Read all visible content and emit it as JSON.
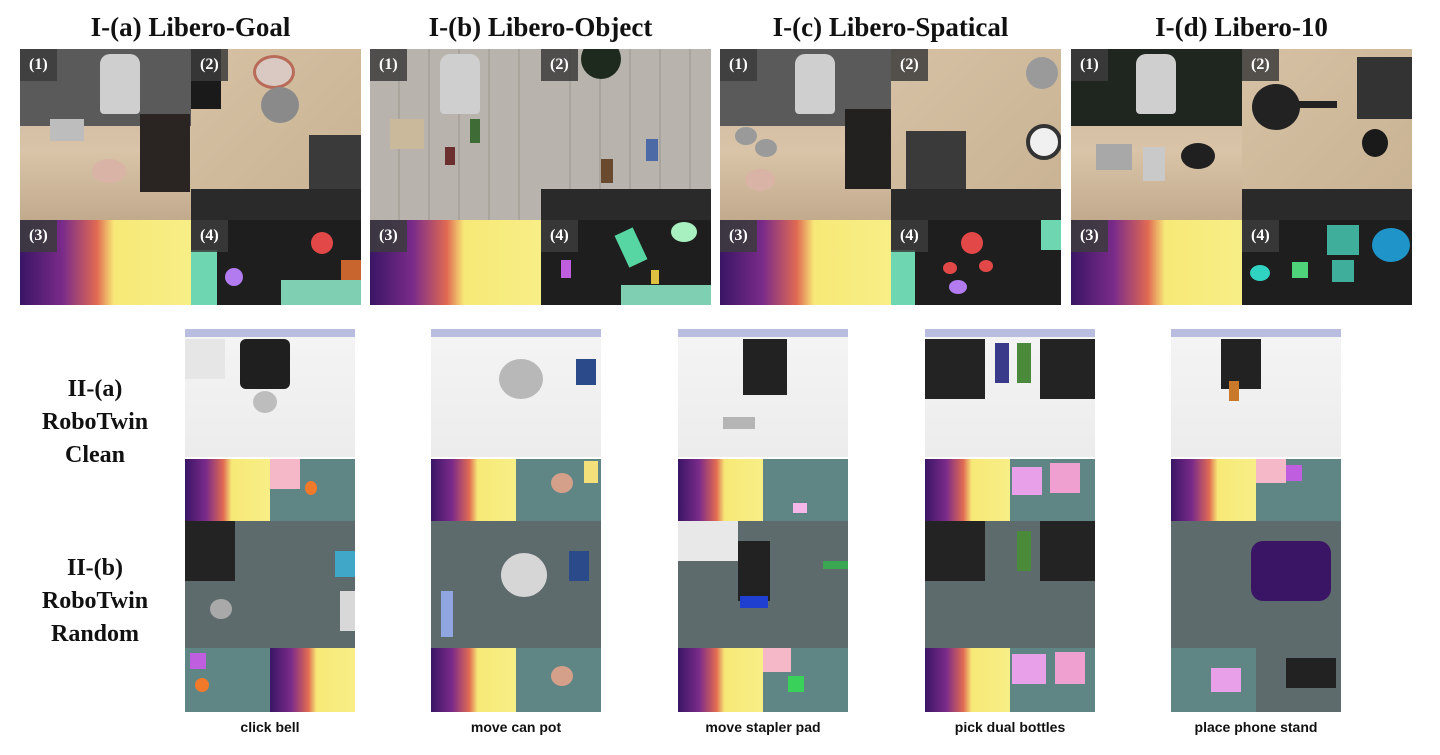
{
  "section1": {
    "titles": [
      "I-(a) Libero-Goal",
      "I-(b) Libero-Object",
      "I-(c) Libero-Spatical",
      "I-(d) Libero-10"
    ],
    "quadrant_labels": [
      "(1)",
      "(2)",
      "(3)",
      "(4)"
    ]
  },
  "section2": {
    "row_a": {
      "line1": "II-(a)",
      "line2": "RoboTwin",
      "line3": "Clean"
    },
    "row_b": {
      "line1": "II-(b)",
      "line2": "RoboTwin",
      "line3": "Random"
    },
    "captions": [
      "click bell",
      "move can pot",
      "move stapler pad",
      "pick dual bottles",
      "place phone stand"
    ]
  },
  "colors": {
    "depth_dark": "#3a1566",
    "depth_bright": "#f7ee86",
    "segmentation_background": "#1e1e1e",
    "segmentation_teal": "#5f8585"
  }
}
